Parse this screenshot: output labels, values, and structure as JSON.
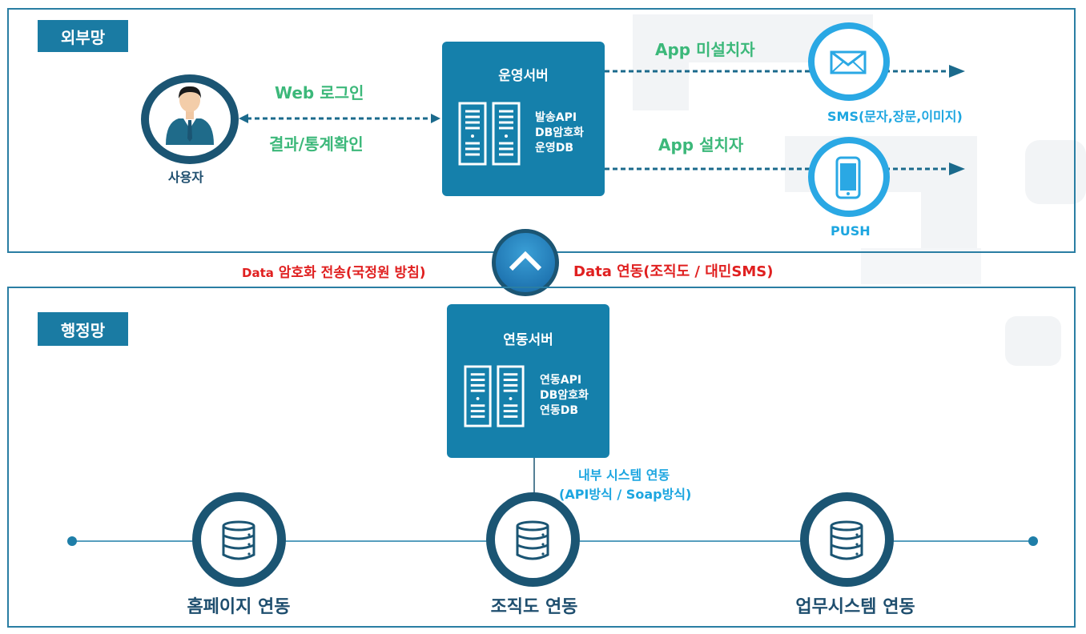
{
  "zones": {
    "external": {
      "label": "외부망"
    },
    "admin": {
      "label": "행정망"
    }
  },
  "user": {
    "label": "사용자"
  },
  "web_flow": {
    "top": "Web 로그인",
    "bottom": "결과/통계확인"
  },
  "ops_server": {
    "title": "운영서버",
    "features": [
      "발송API",
      "DB암호화",
      "운영DB"
    ]
  },
  "app_flows": {
    "not_installed": "App 미설치자",
    "installed": "App 설치자"
  },
  "channels": {
    "sms": {
      "label": "SMS(문자,장문,이미지)",
      "icon": "envelope-icon"
    },
    "push": {
      "label": "PUSH",
      "icon": "smartphone-icon"
    }
  },
  "transfer": {
    "left_prefix": "Data",
    "left": "암호화 전송(국정원 방침)",
    "right": "Data 연동(조직도 / 대민SMS)",
    "icon": "chevron-up-icon"
  },
  "link_server": {
    "title": "연동서버",
    "features": [
      "연동API",
      "DB암호화",
      "연동DB"
    ]
  },
  "internal_link": {
    "line1": "내부 시스템 연동",
    "line2": "(API방식 / Soap방식)"
  },
  "nodes": [
    {
      "label": "홈페이지 연동",
      "icon": "database-icon"
    },
    {
      "label": "조직도 연동",
      "icon": "database-icon"
    },
    {
      "label": "업무시스템 연동",
      "icon": "database-icon"
    }
  ],
  "colors": {
    "navy": "#1b5573",
    "server_blue": "#1580ab",
    "accent_cyan": "#1da6e0",
    "green": "#3cb87a",
    "red": "#e02020"
  }
}
